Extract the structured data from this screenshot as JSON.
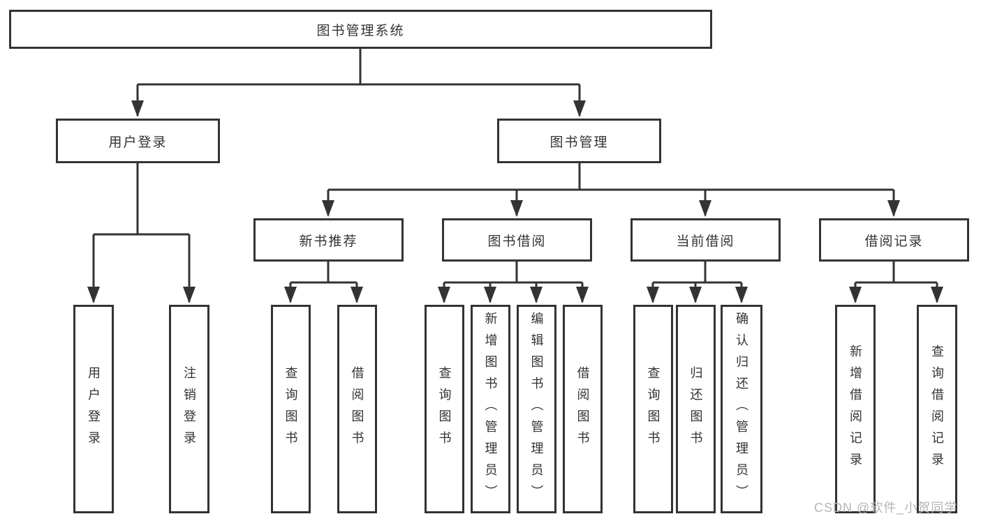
{
  "tree": {
    "title": "图书管理系统",
    "children": [
      {
        "label": "用户登录",
        "children": [
          {
            "label": "用户登录"
          },
          {
            "label": "注销登录"
          }
        ]
      },
      {
        "label": "图书管理",
        "children": [
          {
            "label": "新书推荐",
            "children": [
              {
                "label": "查询图书"
              },
              {
                "label": "借阅图书"
              }
            ]
          },
          {
            "label": "图书借阅",
            "children": [
              {
                "label": "查询图书"
              },
              {
                "label": "新增图书（管理员）"
              },
              {
                "label": "编辑图书（管理员）"
              },
              {
                "label": "借阅图书"
              }
            ]
          },
          {
            "label": "当前借阅",
            "children": [
              {
                "label": "查询图书"
              },
              {
                "label": "归还图书"
              },
              {
                "label": "确认归还（管理员）"
              }
            ]
          },
          {
            "label": "借阅记录",
            "children": [
              {
                "label": "新增借阅记录"
              },
              {
                "label": "查询借阅记录"
              }
            ]
          }
        ]
      }
    ]
  },
  "watermark": {
    "text": "CSDN @软件_小贺同学"
  },
  "colors": {
    "line": "#333333",
    "text": "#333333",
    "box_fill": "#ffffff",
    "watermark": "#b5b5b5",
    "background": "#ffffff"
  }
}
